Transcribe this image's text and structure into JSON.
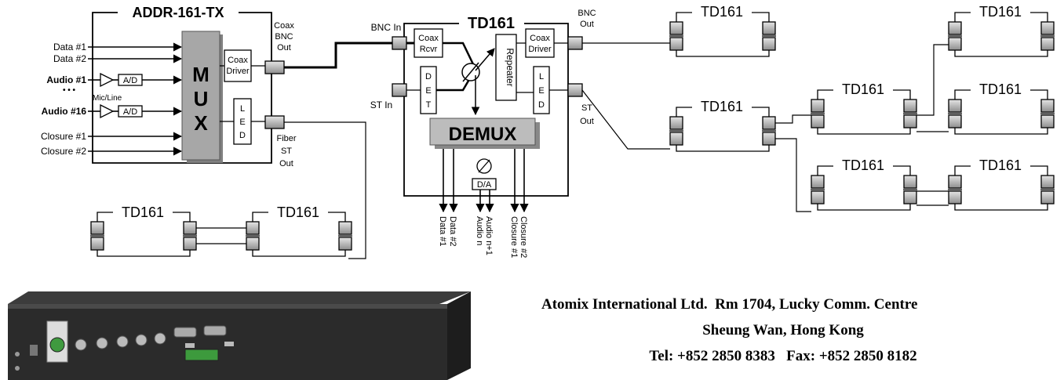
{
  "tx": {
    "title": "ADDR-161-TX",
    "inputs": [
      "Data #1",
      "Data #2",
      "Audio #1",
      "• • •",
      "Audio #16",
      "Closure #1",
      "Closure #2"
    ],
    "mic_line": "Mic/Line",
    "ad_label": "A/D",
    "mux_letters": [
      "M",
      "U",
      "X"
    ],
    "coax_driver": [
      "Coax",
      "Driver"
    ],
    "led": [
      "L",
      "E",
      "D"
    ],
    "coax_out": [
      "Coax",
      "BNC",
      "Out"
    ],
    "fiber_out": [
      "Fiber",
      "ST",
      "Out"
    ]
  },
  "td": {
    "title": "TD161",
    "bnc_in": "BNC In",
    "st_in": "ST In",
    "coax_rcvr": [
      "Coax",
      "Rcvr"
    ],
    "det": [
      "D",
      "E",
      "T"
    ],
    "repeater": "Repeater",
    "coax_driver": [
      "Coax",
      "Driver"
    ],
    "led": [
      "L",
      "E",
      "D"
    ],
    "bnc_out": [
      "BNC",
      "Out"
    ],
    "st_out": [
      "ST",
      "Out"
    ],
    "demux": "DEMUX",
    "da": "D/A",
    "outputs": [
      "Data #1",
      "Data #2",
      "Audio n",
      "Audio n+1",
      "Closure #1",
      "Closure #2"
    ]
  },
  "repeater_label": "TD161",
  "footer": {
    "line1": "Atomix International Ltd.  Rm 1704, Lucky Comm. Centre",
    "line2": "Sheung Wan, Hong Kong",
    "line3": "Tel: +852 2850 8383   Fax: +852 2850 8182"
  },
  "colors": {
    "mux_fill": "#a7a7a7",
    "demux_fill": "#bcbcbc",
    "connector": "#9a9a9a",
    "line": "#000000"
  }
}
